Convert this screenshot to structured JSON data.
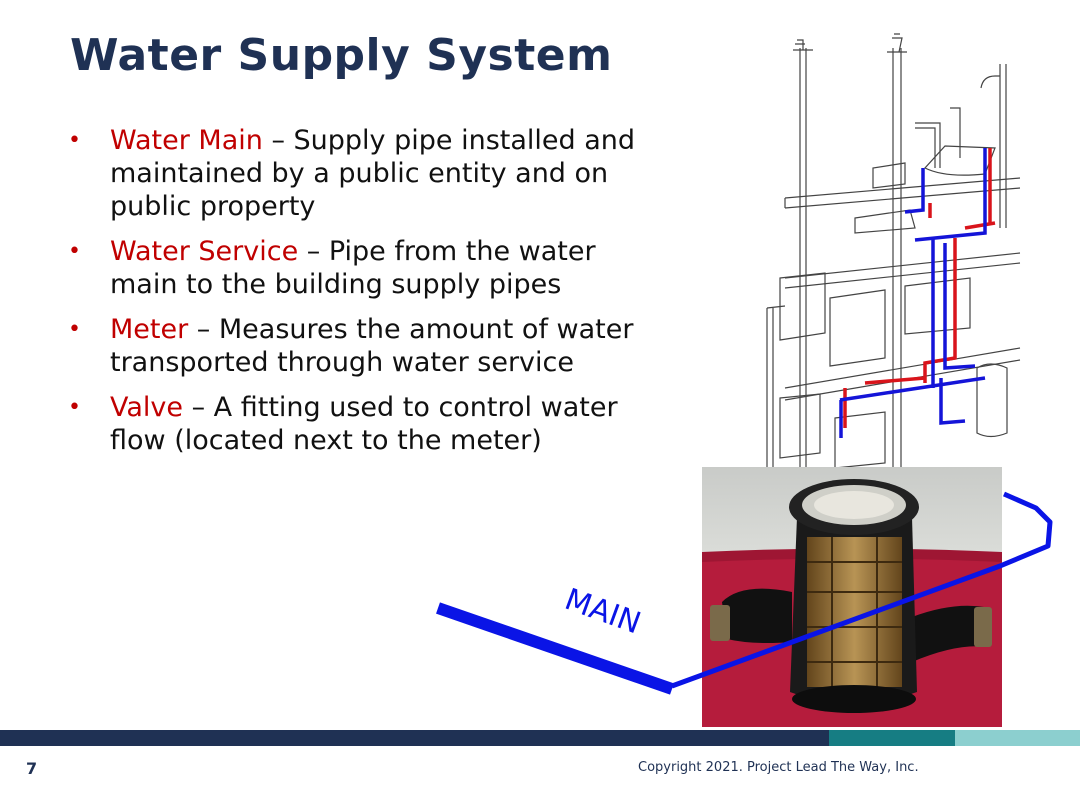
{
  "slide": {
    "title": "Water Supply System",
    "page_number": "7",
    "copyright": "Copyright 2021. Project Lead The Way, Inc."
  },
  "bullets": [
    {
      "term": "Water Main",
      "text": " – Supply pipe installed and maintained by a public entity and on public property"
    },
    {
      "term": "Water Service",
      "text": " – Pipe from the water main to the building supply pipes"
    },
    {
      "term": "Meter",
      "text": " – Measures the amount of water transported through water service"
    },
    {
      "term": "Valve",
      "text": " – A fitting used to control water flow (located next to the meter)"
    }
  ],
  "diagram": {
    "main_label": "MAIN"
  },
  "colors": {
    "title": "#1f3154",
    "term": "#c00000",
    "hot_pipe": "#d9141b",
    "cold_pipe": "#1414d8",
    "main_pipe": "#0a14e6",
    "footer_dark": "#1f3154",
    "footer_teal": "#167d83",
    "footer_light": "#8ccfcf"
  }
}
